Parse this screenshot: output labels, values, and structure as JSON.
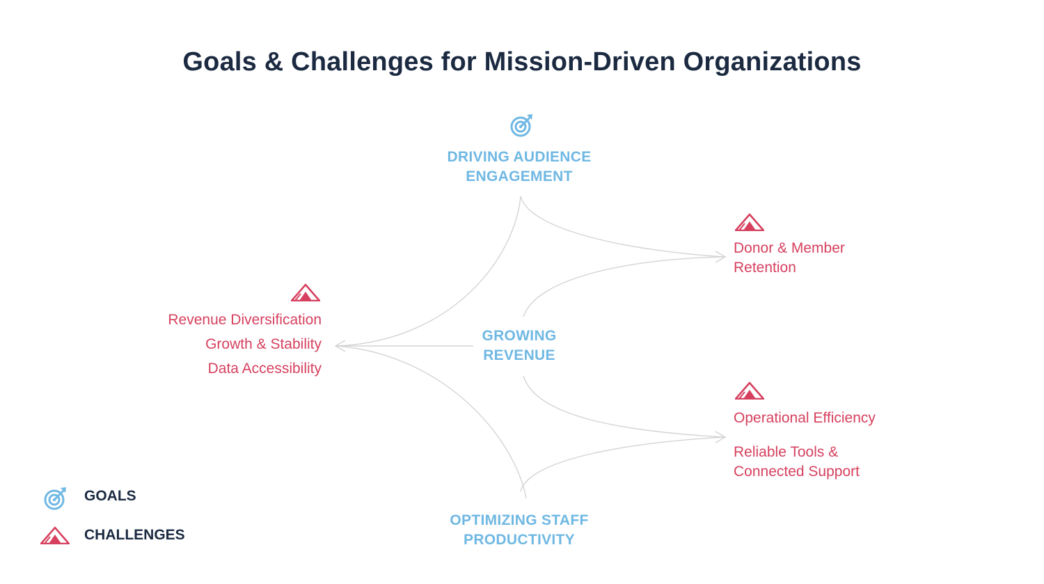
{
  "title": "Goals & Challenges for Mission-Driven Organizations",
  "goals": {
    "audience": {
      "line1": "DRIVING AUDIENCE",
      "line2": "ENGAGEMENT"
    },
    "revenue": {
      "line1": "GROWING",
      "line2": "REVENUE"
    },
    "staff": {
      "line1": "OPTIMIZING STAFF",
      "line2": "PRODUCTIVITY"
    }
  },
  "challenges": {
    "left": [
      "Revenue Diversification",
      "Growth & Stability",
      "Data Accessibility"
    ],
    "top_right": {
      "line1": "Donor & Member",
      "line2": "Retention"
    },
    "bottom_right": {
      "item1": "Operational Efficiency",
      "item2_line1": "Reliable Tools &",
      "item2_line2": "Connected Support"
    }
  },
  "legend": {
    "goals_label": "GOALS",
    "challenges_label": "CHALLENGES"
  },
  "colors": {
    "goal": "#6fb8e3",
    "challenge": "#d6405e",
    "title": "#1b2a41",
    "connector": "#d4d4d4"
  },
  "icons": {
    "goal": "target-arrow-icon",
    "challenge": "mountain-icon"
  }
}
